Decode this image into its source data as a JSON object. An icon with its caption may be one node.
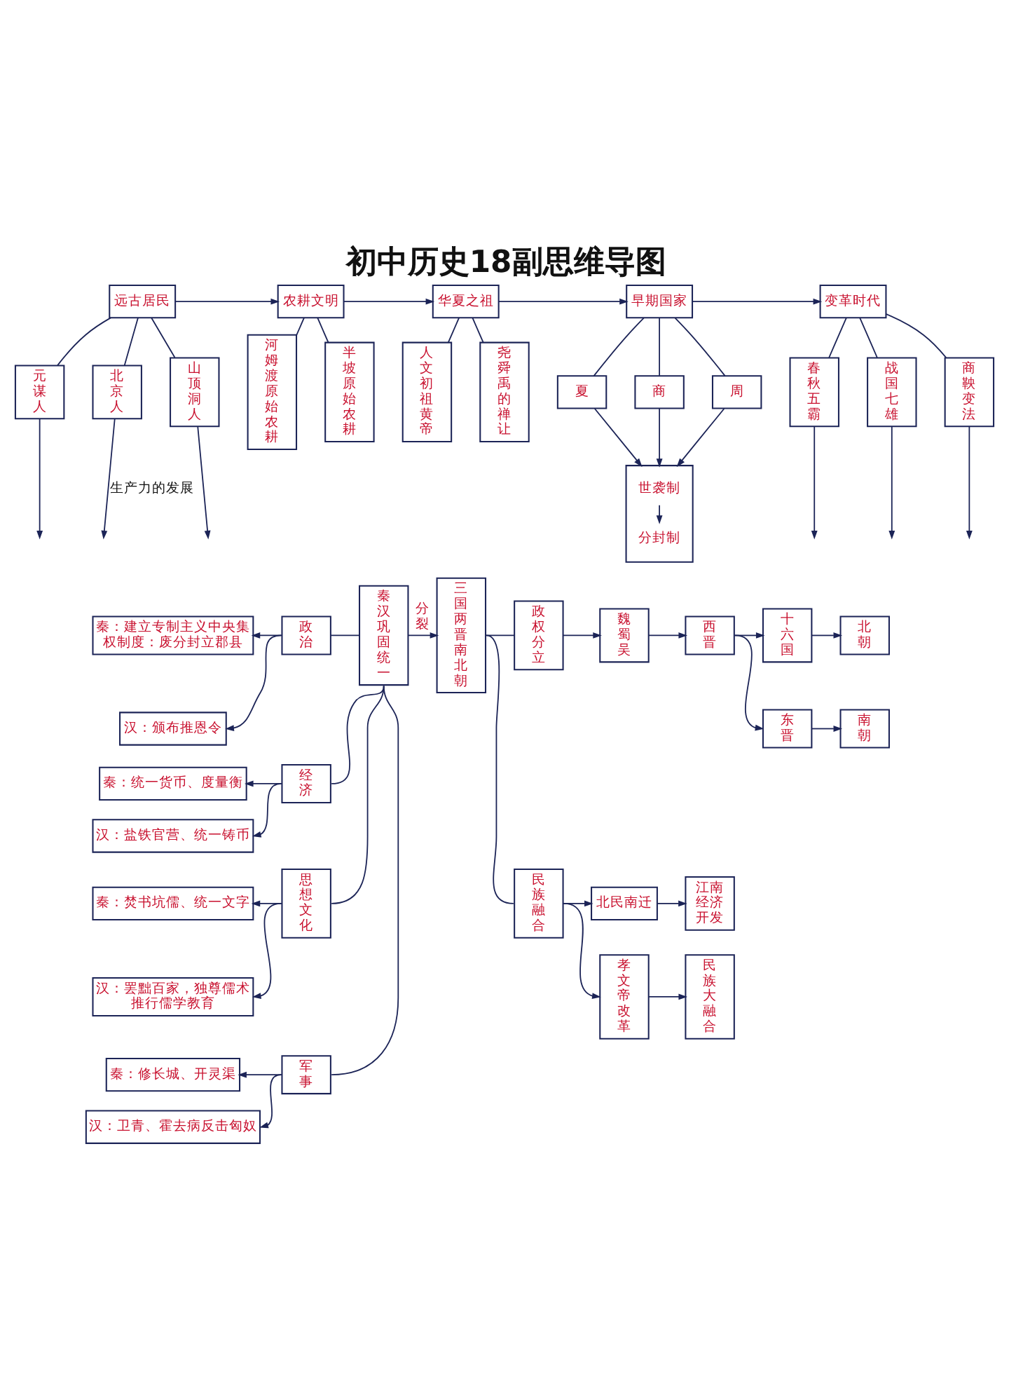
{
  "diagram": {
    "title": "初中历史18副思维导图",
    "nodes": [
      {
        "text": [
          "远古居民"
        ]
      },
      {
        "text": [
          "农耕文明"
        ]
      },
      {
        "text": [
          "华夏之祖"
        ]
      },
      {
        "text": [
          "早期国家"
        ]
      },
      {
        "text": [
          "变革时代"
        ]
      },
      {
        "text": [
          "元谋人"
        ]
      },
      {
        "text": [
          "北京人"
        ]
      },
      {
        "text": [
          "山顶洞人"
        ]
      },
      {
        "text": [
          "河姆渡原始农耕"
        ]
      },
      {
        "text": [
          "半坡原始农耕"
        ]
      },
      {
        "text": [
          "人文初祖黄帝"
        ]
      },
      {
        "text": [
          "尧舜禹的禅让"
        ]
      },
      {
        "text": [
          "夏"
        ]
      },
      {
        "text": [
          "商"
        ]
      },
      {
        "text": [
          "周"
        ]
      },
      {
        "text": [],
        "shape": "box"
      },
      {
        "text": [
          "世袭制"
        ],
        "in": 15
      },
      {
        "text": [
          "分封制"
        ],
        "in": 15
      },
      {
        "text": [
          "春秋五霸"
        ]
      },
      {
        "text": [
          "战国七雄"
        ]
      },
      {
        "text": [
          "商鞅变法"
        ]
      },
      {
        "text": [
          "秦汉巩固统一"
        ]
      },
      {
        "text": [
          "政治"
        ]
      },
      {
        "text": [
          "经济"
        ]
      },
      {
        "text": [
          "思想文化"
        ]
      },
      {
        "text": [
          "军事"
        ]
      },
      {
        "text": [
          "秦：建立专制主义中央集权制度：废分封立郡县"
        ]
      },
      {
        "text": [
          "汉：颁布推恩令"
        ]
      },
      {
        "text": [
          "秦：统一货币、度量衡"
        ]
      },
      {
        "text": [
          "汉：盐铁官营、统一铸币"
        ]
      },
      {
        "text": [
          "秦：焚书坑儒、统一文字"
        ]
      },
      {
        "text": [
          "汉：罢黜百家，独尊儒术推行儒学教育"
        ]
      },
      {
        "text": [
          "秦：修长城、开灵渠"
        ]
      },
      {
        "text": [
          "汉：卫青、霍去病反击匈奴"
        ]
      },
      {
        "text": [
          "三国两晋南北朝"
        ]
      },
      {
        "text": [
          "政权分立"
        ]
      },
      {
        "text": [
          "魏蜀吴"
        ]
      },
      {
        "text": [
          "西晋"
        ]
      },
      {
        "text": [
          "十六国"
        ]
      },
      {
        "text": [
          "东晋"
        ]
      },
      {
        "text": [
          "北朝"
        ]
      },
      {
        "text": [
          "南朝"
        ]
      },
      {
        "text": [
          "民族融合"
        ]
      },
      {
        "text": [
          "北民南迁"
        ]
      },
      {
        "text": [
          "江南经济开发"
        ]
      },
      {
        "text": [
          "孝文帝改革"
        ]
      },
      {
        "text": [
          "民族大融合"
        ]
      }
    ],
    "edges": [
      {
        "from": 0,
        "to": 1,
        "arrow": "to"
      },
      {
        "from": 1,
        "to": 2,
        "arrow": "to"
      },
      {
        "from": 2,
        "to": 3,
        "arrow": "to"
      },
      {
        "from": 3,
        "to": 4,
        "arrow": "to"
      },
      {
        "from": 0,
        "to": 5,
        "arrow": "none"
      },
      {
        "from": 0,
        "to": 6,
        "arrow": "none"
      },
      {
        "from": 0,
        "to": 7,
        "arrow": "none"
      },
      {
        "from": 1,
        "to": 8,
        "arrow": "none"
      },
      {
        "from": 1,
        "to": 9,
        "arrow": "none"
      },
      {
        "from": 2,
        "to": 10,
        "arrow": "none"
      },
      {
        "from": 2,
        "to": 11,
        "arrow": "none"
      },
      {
        "from": 3,
        "to": 12,
        "arrow": "none"
      },
      {
        "from": 3,
        "to": 13,
        "arrow": "none"
      },
      {
        "from": 3,
        "to": 14,
        "arrow": "none"
      },
      {
        "from": 12,
        "to": 15,
        "arrow": "to"
      },
      {
        "from": 13,
        "to": 15,
        "arrow": "to"
      },
      {
        "from": 14,
        "to": 15,
        "arrow": "to"
      },
      {
        "from": 16,
        "to": 17,
        "arrow": "to"
      },
      {
        "from": 4,
        "to": 18,
        "arrow": "none"
      },
      {
        "from": 4,
        "to": 19,
        "arrow": "none"
      },
      {
        "from": 4,
        "to": 20,
        "arrow": "none"
      },
      {
        "from": 5,
        "to": null,
        "arrow": "to"
      },
      {
        "from": 6,
        "to": null,
        "arrow": "to",
        "label": "生产力的发展"
      },
      {
        "from": 7,
        "to": null,
        "arrow": "to"
      },
      {
        "from": 18,
        "to": null,
        "arrow": "to"
      },
      {
        "from": 19,
        "to": null,
        "arrow": "to"
      },
      {
        "from": 20,
        "to": null,
        "arrow": "to"
      },
      {
        "from": 21,
        "to": 22,
        "arrow": "none"
      },
      {
        "from": 21,
        "to": 23,
        "arrow": "none"
      },
      {
        "from": 21,
        "to": 24,
        "arrow": "none"
      },
      {
        "from": 21,
        "to": 25,
        "arrow": "none"
      },
      {
        "from": 22,
        "to": 26,
        "arrow": "to"
      },
      {
        "from": 22,
        "to": 27,
        "arrow": "to"
      },
      {
        "from": 23,
        "to": 28,
        "arrow": "to"
      },
      {
        "from": 23,
        "to": 29,
        "arrow": "to"
      },
      {
        "from": 24,
        "to": 30,
        "arrow": "to"
      },
      {
        "from": 24,
        "to": 31,
        "arrow": "to"
      },
      {
        "from": 25,
        "to": 32,
        "arrow": "to"
      },
      {
        "from": 25,
        "to": 33,
        "arrow": "to"
      },
      {
        "from": 21,
        "to": 34,
        "arrow": "to",
        "label": "分裂"
      },
      {
        "from": 34,
        "to": 35,
        "arrow": "none"
      },
      {
        "from": 35,
        "to": 36,
        "arrow": "to"
      },
      {
        "from": 36,
        "to": 37,
        "arrow": "to"
      },
      {
        "from": 37,
        "to": 38,
        "arrow": "to"
      },
      {
        "from": 37,
        "to": 39,
        "arrow": "to"
      },
      {
        "from": 38,
        "to": 40,
        "arrow": "to"
      },
      {
        "from": 39,
        "to": 41,
        "arrow": "to"
      },
      {
        "from": 34,
        "to": 42,
        "arrow": "none"
      },
      {
        "from": 42,
        "to": 43,
        "arrow": "to"
      },
      {
        "from": 43,
        "to": 44,
        "arrow": "to"
      },
      {
        "from": 42,
        "to": 45,
        "arrow": "to"
      },
      {
        "from": 45,
        "to": 46,
        "arrow": "to"
      }
    ]
  }
}
